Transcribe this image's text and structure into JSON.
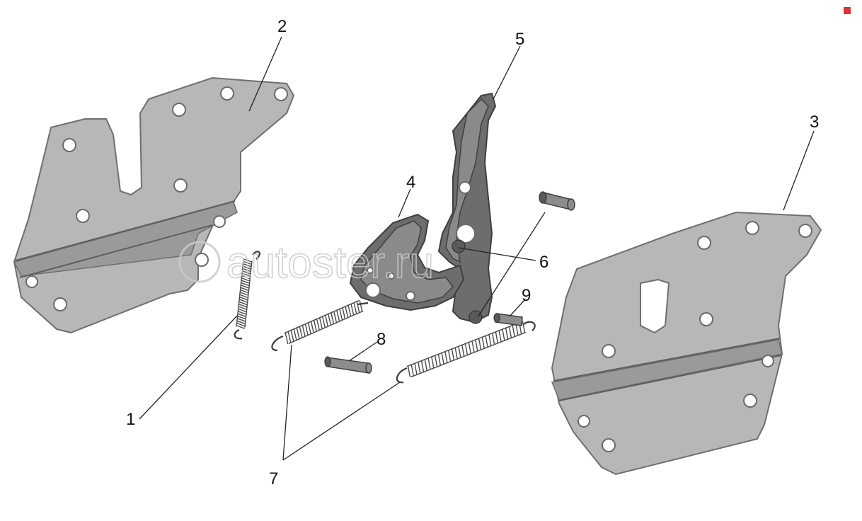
{
  "callouts": [
    {
      "id": "1",
      "label": "1"
    },
    {
      "id": "2",
      "label": "2"
    },
    {
      "id": "3",
      "label": "3"
    },
    {
      "id": "4",
      "label": "4"
    },
    {
      "id": "5",
      "label": "5"
    },
    {
      "id": "6",
      "label": "6"
    },
    {
      "id": "7",
      "label": "7"
    },
    {
      "id": "8",
      "label": "8"
    },
    {
      "id": "9",
      "label": "9"
    }
  ],
  "watermark": {
    "text": "autoster.ru"
  },
  "colors": {
    "plate": "#b7b7b7",
    "lever": "#6d6d6d",
    "spring": "#3a3a3a",
    "background": "#ffffff"
  }
}
